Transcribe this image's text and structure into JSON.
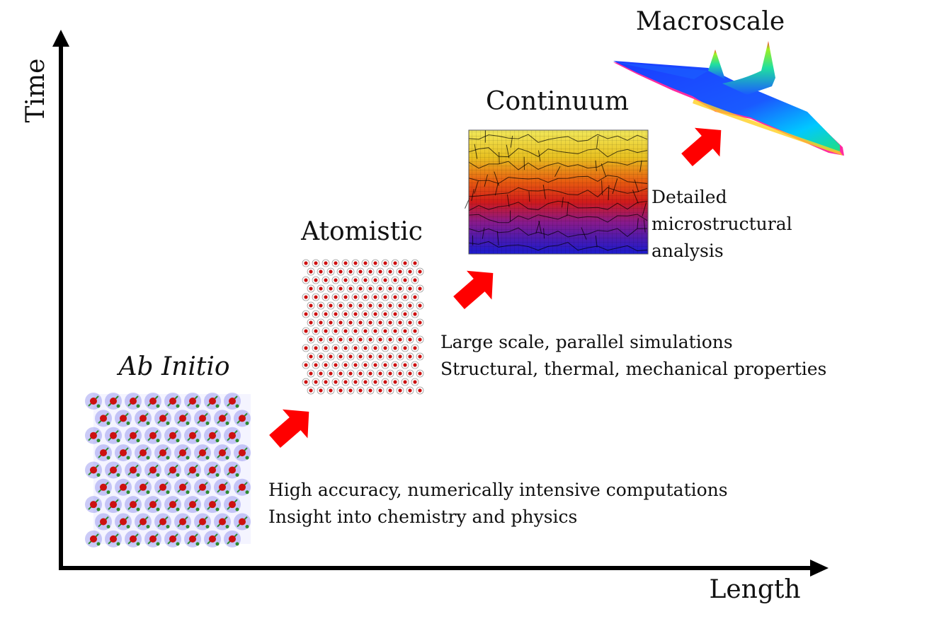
{
  "axes": {
    "x_label": "Length",
    "y_label": "Time"
  },
  "stages": [
    {
      "title": "Ab Initio",
      "title_style": "italic",
      "description": [
        "High accuracy, numerically intensive computations",
        "Insight into chemistry and physics"
      ]
    },
    {
      "title": "Atomistic",
      "description": [
        "Large scale, parallel simulations",
        "Structural, thermal, mechanical properties"
      ]
    },
    {
      "title": "Continuum",
      "description": [
        "Detailed",
        "microstructural",
        "analysis"
      ]
    },
    {
      "title": "Macroscale",
      "description": []
    }
  ],
  "colors": {
    "axis": "#000000",
    "arrow": "#ff0000",
    "atom_red": "#cc1111",
    "bond_green": "#2e8b2e",
    "density_blue": "#6a6ae8"
  },
  "icons": [
    "ab-initio-density-image",
    "atomistic-lattice-image",
    "continuum-mesh-image",
    "macroscale-aircraft-image",
    "step-arrow-icon"
  ]
}
